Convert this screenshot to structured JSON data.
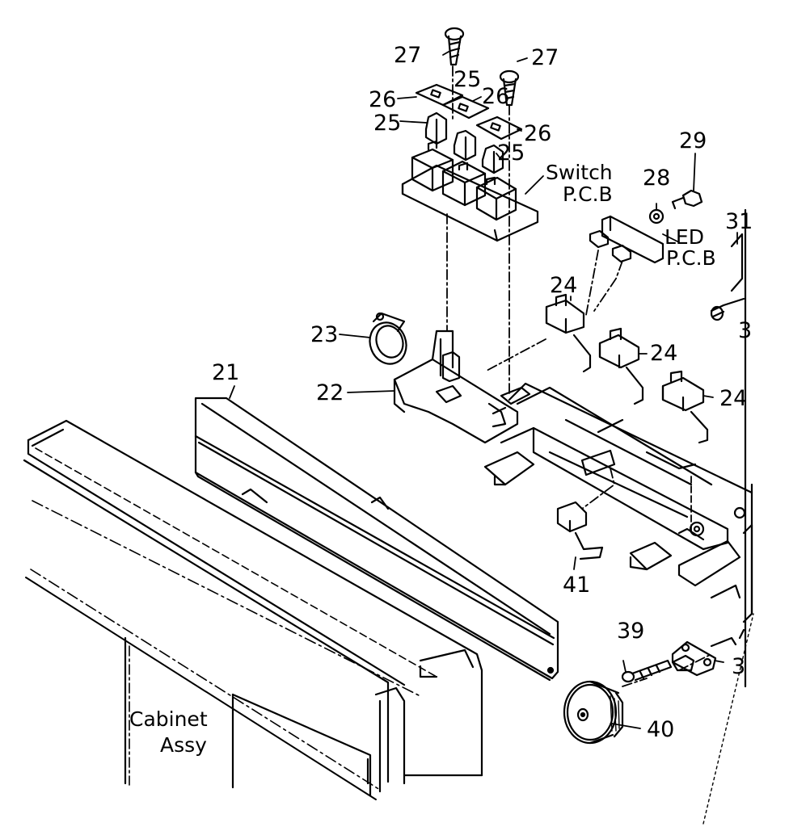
{
  "labels": {
    "p21": "21",
    "p22": "22",
    "p23": "23",
    "p24a": "24",
    "p24b": "24",
    "p24c": "24",
    "p25a": "25",
    "p25b": "25",
    "p25c": "25",
    "p26a": "26",
    "p26b": "26",
    "p26c": "26",
    "p27a": "27",
    "p27b": "27",
    "p28": "28",
    "p29": "29",
    "p31": "31",
    "p3a": "3",
    "p3b": "3",
    "p39": "39",
    "p40": "40",
    "p41": "41",
    "switch_line1": "Switch",
    "switch_line2": "P.C.B",
    "led_line1": "LED",
    "led_line2": "P.C.B",
    "cabinet_line1": "Cabinet",
    "cabinet_line2": "Assy"
  }
}
